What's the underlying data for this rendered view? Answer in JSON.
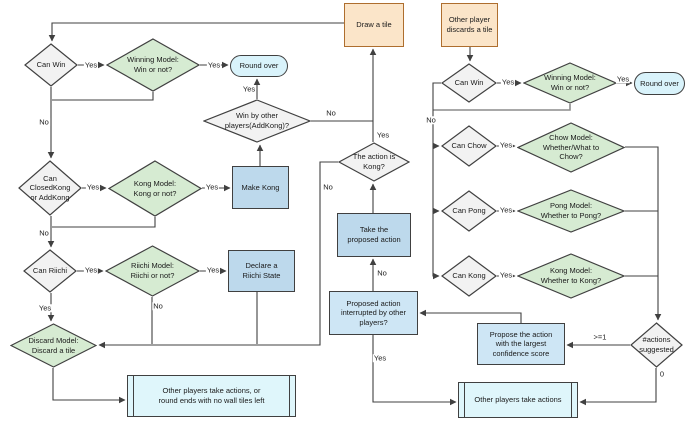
{
  "colors": {
    "line": "#404040",
    "line_muted": "#8c8c8c",
    "orange_fill": "#FBE5C9",
    "orange_border": "#AE6E2E",
    "grey_fill": "#F2F2F2",
    "grey_border": "#404040",
    "green_fill": "#D6EBD2",
    "green_border": "#404040",
    "blue_fill": "#BDD9EC",
    "blue_border": "#404040",
    "bluelight_fill": "#CEE6F5",
    "bluelight_border": "#404040",
    "cyan_fill": "#D9F3FB",
    "cyan_border": "#404040",
    "cyanlight_fill": "#DFF6FB",
    "cyanlight_border": "#404040"
  },
  "diagram": {
    "nodes": [
      {
        "id": "draw_tile",
        "type": "process",
        "color": "orange",
        "text": "Draw a tile"
      },
      {
        "id": "other_discards",
        "type": "process",
        "color": "orange",
        "text": "Other player\ndiscards a tile"
      },
      {
        "id": "can_win_l",
        "type": "decision",
        "color": "grey",
        "text": "Can Win"
      },
      {
        "id": "winning_model_l",
        "type": "decision",
        "color": "green",
        "text": "Winning Model:\nWin or not?"
      },
      {
        "id": "round_over_l",
        "type": "terminator",
        "color": "cyan",
        "text": "Round over"
      },
      {
        "id": "win_by_other",
        "type": "decision",
        "color": "grey",
        "text": "Win by other\nplayers(AddKong)?"
      },
      {
        "id": "can_closedkong",
        "type": "decision",
        "color": "grey",
        "text": "Can\nClosedKong\nor AddKong"
      },
      {
        "id": "kong_model_l",
        "type": "decision",
        "color": "green",
        "text": "Kong Model:\nKong or not?"
      },
      {
        "id": "make_kong",
        "type": "process",
        "color": "blue",
        "text": "Make Kong"
      },
      {
        "id": "can_riichi",
        "type": "decision",
        "color": "grey",
        "text": "Can Riichi"
      },
      {
        "id": "riichi_model",
        "type": "decision",
        "color": "green",
        "text": "Riichi Model:\nRiichi or not?"
      },
      {
        "id": "declare_riichi",
        "type": "process",
        "color": "blue",
        "text": "Declare a\nRiichi State"
      },
      {
        "id": "discard_model",
        "type": "decision",
        "color": "green",
        "text": "Discard Model:\nDiscard a tile"
      },
      {
        "id": "others_actions_l",
        "type": "subprocess",
        "color": "cyanlight",
        "text": "Other players take actions, or\nround ends with no wall tiles left"
      },
      {
        "id": "action_kong",
        "type": "decision",
        "color": "grey",
        "text": "The action is\nKong?"
      },
      {
        "id": "take_action",
        "type": "process",
        "color": "blue",
        "text": "Take the\nproposed action"
      },
      {
        "id": "interrupted",
        "type": "process",
        "color": "bluelight",
        "text": "Proposed action\ninterrupted by other\nplayers?"
      },
      {
        "id": "can_win_r",
        "type": "decision",
        "color": "grey",
        "text": "Can Win"
      },
      {
        "id": "winning_model_r",
        "type": "decision",
        "color": "green",
        "text": "Winning Model:\nWin or not?"
      },
      {
        "id": "round_over_r",
        "type": "terminator",
        "color": "cyan",
        "text": "Round over"
      },
      {
        "id": "can_chow",
        "type": "decision",
        "color": "grey",
        "text": "Can Chow"
      },
      {
        "id": "chow_model",
        "type": "decision",
        "color": "green",
        "text": "Chow Model:\nWhether/What to\nChow?"
      },
      {
        "id": "can_pong",
        "type": "decision",
        "color": "grey",
        "text": "Can Pong"
      },
      {
        "id": "pong_model",
        "type": "decision",
        "color": "green",
        "text": "Pong Model:\nWhether to Pong?"
      },
      {
        "id": "can_kong_r",
        "type": "decision",
        "color": "grey",
        "text": "Can Kong"
      },
      {
        "id": "kong_model_r",
        "type": "decision",
        "color": "green",
        "text": "Kong Model:\nWhether to Kong?"
      },
      {
        "id": "actions_suggested",
        "type": "decision",
        "color": "grey",
        "text": "#actions\nsuggested"
      },
      {
        "id": "propose_action",
        "type": "process",
        "color": "bluelight",
        "text": "Propose the action\nwith the largest\nconfidence score"
      },
      {
        "id": "others_actions_r",
        "type": "subprocess",
        "color": "cyanlight",
        "text": "Other players take actions"
      }
    ],
    "edges": [
      {
        "id": "e1",
        "from": "draw_tile",
        "to": "can_win_l",
        "label": ""
      },
      {
        "id": "e2",
        "from": "can_win_l",
        "to": "winning_model_l",
        "label": "Yes"
      },
      {
        "id": "e3",
        "from": "winning_model_l",
        "to": "round_over_l",
        "label": "Yes"
      },
      {
        "id": "e4",
        "from": "can_win_l",
        "to": "can_closedkong",
        "label": "No"
      },
      {
        "id": "e5",
        "from": "winning_model_l",
        "to": "can_closedkong",
        "label": ""
      },
      {
        "id": "e6",
        "from": "can_closedkong",
        "to": "kong_model_l",
        "label": "Yes"
      },
      {
        "id": "e7",
        "from": "kong_model_l",
        "to": "make_kong",
        "label": "Yes"
      },
      {
        "id": "e8",
        "from": "make_kong",
        "to": "win_by_other",
        "label": ""
      },
      {
        "id": "e9",
        "from": "win_by_other",
        "to": "round_over_l",
        "label": "Yes"
      },
      {
        "id": "e10",
        "from": "win_by_other",
        "to": "draw_tile",
        "label": "No"
      },
      {
        "id": "e11",
        "from": "action_kong",
        "to": "draw_tile",
        "label": "Yes"
      },
      {
        "id": "e12",
        "from": "can_closedkong",
        "to": "can_riichi",
        "label": "No"
      },
      {
        "id": "e13",
        "from": "kong_model_l",
        "to": "can_riichi",
        "label": ""
      },
      {
        "id": "e14",
        "from": "can_riichi",
        "to": "riichi_model",
        "label": "Yes"
      },
      {
        "id": "e15",
        "from": "riichi_model",
        "to": "declare_riichi",
        "label": "Yes"
      },
      {
        "id": "e16",
        "from": "can_riichi",
        "to": "discard_model",
        "label": "Yes"
      },
      {
        "id": "e17",
        "from": "riichi_model",
        "to": "discard_model",
        "label": "No"
      },
      {
        "id": "e18",
        "from": "declare_riichi",
        "to": "discard_model",
        "label": ""
      },
      {
        "id": "e19",
        "from": "action_kong",
        "to": "discard_model",
        "label": "No"
      },
      {
        "id": "e20",
        "from": "discard_model",
        "to": "others_actions_l",
        "label": ""
      },
      {
        "id": "e21",
        "from": "other_discards",
        "to": "can_win_r",
        "label": ""
      },
      {
        "id": "e22",
        "from": "can_win_r",
        "to": "winning_model_r",
        "label": "Yes"
      },
      {
        "id": "e23",
        "from": "winning_model_r",
        "to": "round_over_r",
        "label": "Yes"
      },
      {
        "id": "e24",
        "from": "winning_model_r",
        "to": "can_chow",
        "label": ""
      },
      {
        "id": "e25",
        "from": "can_win_r",
        "to": "can_chow",
        "label": "No"
      },
      {
        "id": "e26",
        "from": "can_win_r",
        "to": "can_pong",
        "label": ""
      },
      {
        "id": "e27",
        "from": "can_win_r",
        "to": "can_kong_r",
        "label": ""
      },
      {
        "id": "e28",
        "from": "can_chow",
        "to": "chow_model",
        "label": "Yes"
      },
      {
        "id": "e29",
        "from": "can_pong",
        "to": "pong_model",
        "label": "Yes"
      },
      {
        "id": "e30",
        "from": "can_kong_r",
        "to": "kong_model_r",
        "label": "Yes"
      },
      {
        "id": "e31",
        "from": "chow_model",
        "to": "actions_suggested",
        "label": ""
      },
      {
        "id": "e32",
        "from": "pong_model",
        "to": "actions_suggested",
        "label": ""
      },
      {
        "id": "e33",
        "from": "kong_model_r",
        "to": "actions_suggested",
        "label": ""
      },
      {
        "id": "e34",
        "from": "actions_suggested",
        "to": "propose_action",
        "label": ">=1"
      },
      {
        "id": "e35",
        "from": "actions_suggested",
        "to": "others_actions_r",
        "label": "0"
      },
      {
        "id": "e36",
        "from": "propose_action",
        "to": "interrupted",
        "label": ""
      },
      {
        "id": "e37",
        "from": "interrupted",
        "to": "take_action",
        "label": "No"
      },
      {
        "id": "e38",
        "from": "take_action",
        "to": "action_kong",
        "label": ""
      },
      {
        "id": "e39",
        "from": "interrupted",
        "to": "others_actions_r",
        "label": "Yes"
      }
    ]
  }
}
